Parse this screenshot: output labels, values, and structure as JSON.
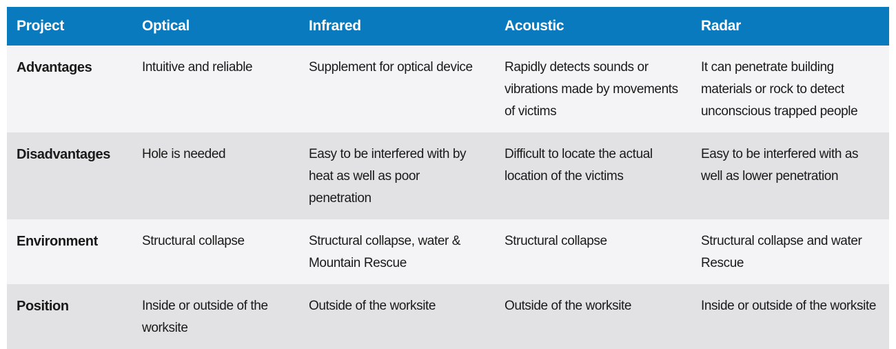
{
  "table": {
    "headers": [
      "Project",
      "Optical",
      "Infrared",
      "Acoustic",
      "Radar"
    ],
    "rows": [
      {
        "label": "Advantages",
        "cells": [
          "Intuitive and reliable",
          "Supplement for optical device",
          "Rapidly detects sounds or vibrations made by movements of victims",
          "It can penetrate building materials or rock to detect unconscious trapped people"
        ]
      },
      {
        "label": "Disadvantages",
        "cells": [
          "Hole is needed",
          "Easy to be interfered with by heat as well as poor penetration",
          "Difficult to locate the actual location of the victims",
          "Easy to be interfered with as well as lower penetration"
        ]
      },
      {
        "label": "Environment",
        "cells": [
          "Structural collapse",
          "Structural collapse, water & Mountain Rescue",
          "Structural collapse",
          "Structural collapse and water Rescue"
        ]
      },
      {
        "label": "Position",
        "cells": [
          "Inside or outside of the worksite",
          "Outside of the worksite",
          "Outside of the worksite",
          "Inside or outside of the worksite"
        ]
      }
    ]
  },
  "colors": {
    "header_bg": "#0a7abf",
    "header_text": "#ffffff",
    "row_light": "#f4f4f6",
    "row_dark": "#e2e2e4"
  }
}
